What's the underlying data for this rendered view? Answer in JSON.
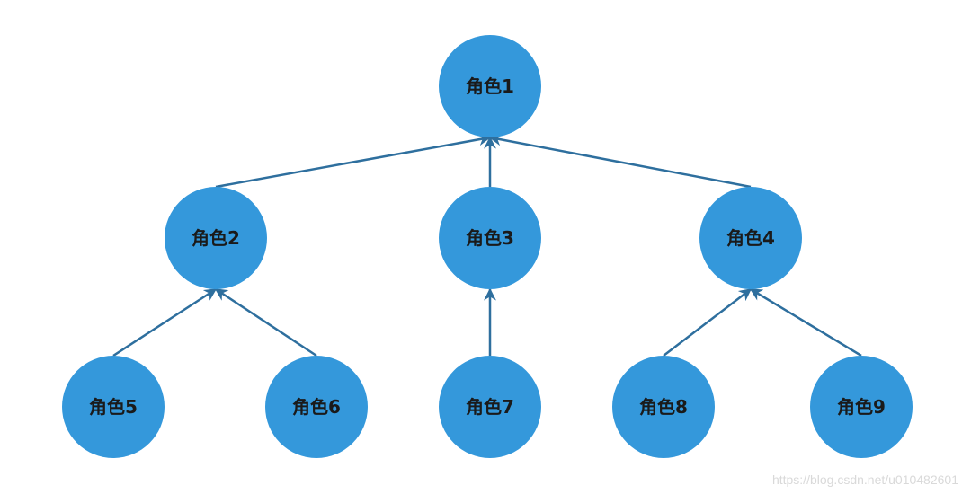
{
  "diagram": {
    "node_color": "#3498db",
    "edge_color": "#2e6f9e",
    "nodes": [
      {
        "id": "n1",
        "label": "角色1"
      },
      {
        "id": "n2",
        "label": "角色2"
      },
      {
        "id": "n3",
        "label": "角色3"
      },
      {
        "id": "n4",
        "label": "角色4"
      },
      {
        "id": "n5",
        "label": "角色5"
      },
      {
        "id": "n6",
        "label": "角色6"
      },
      {
        "id": "n7",
        "label": "角色7"
      },
      {
        "id": "n8",
        "label": "角色8"
      },
      {
        "id": "n9",
        "label": "角色9"
      }
    ],
    "edges": [
      {
        "from": "n2",
        "to": "n1"
      },
      {
        "from": "n3",
        "to": "n1"
      },
      {
        "from": "n4",
        "to": "n1"
      },
      {
        "from": "n5",
        "to": "n2"
      },
      {
        "from": "n6",
        "to": "n2"
      },
      {
        "from": "n7",
        "to": "n3"
      },
      {
        "from": "n8",
        "to": "n4"
      },
      {
        "from": "n9",
        "to": "n4"
      }
    ]
  },
  "watermark": "https://blog.csdn.net/u010482601"
}
